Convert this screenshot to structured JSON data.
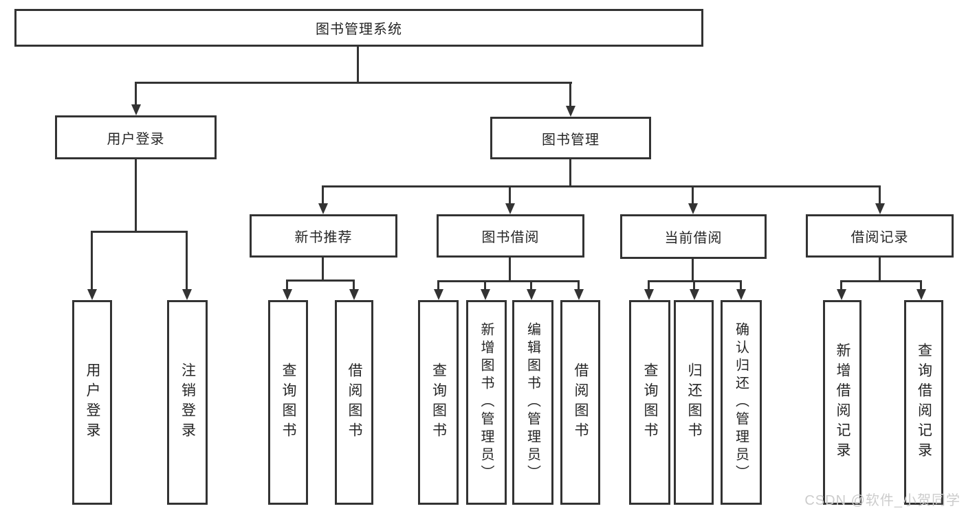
{
  "diagram": {
    "type": "tree",
    "root": {
      "label": "图书管理系统",
      "children": [
        {
          "label": "用户登录",
          "children": [
            {
              "label": "用户登录"
            },
            {
              "label": "注销登录"
            }
          ]
        },
        {
          "label": "图书管理",
          "children": [
            {
              "label": "新书推荐",
              "children": [
                {
                  "label": "查询图书"
                },
                {
                  "label": "借阅图书"
                }
              ]
            },
            {
              "label": "图书借阅",
              "children": [
                {
                  "label": "查询图书"
                },
                {
                  "label": "新增图书（管理员）"
                },
                {
                  "label": "编辑图书（管理员）"
                },
                {
                  "label": "借阅图书"
                }
              ]
            },
            {
              "label": "当前借阅",
              "children": [
                {
                  "label": "查询图书"
                },
                {
                  "label": "归还图书"
                },
                {
                  "label": "确认归还（管理员）"
                }
              ]
            },
            {
              "label": "借阅记录",
              "children": [
                {
                  "label": "新增借阅记录"
                },
                {
                  "label": "查询借阅记录"
                }
              ]
            }
          ]
        }
      ]
    },
    "watermark": "CSDN @软件_小贺同学",
    "colors": {
      "line": "#333333",
      "text": "#262626",
      "watermark": "#cccccc",
      "background": "#ffffff"
    }
  }
}
